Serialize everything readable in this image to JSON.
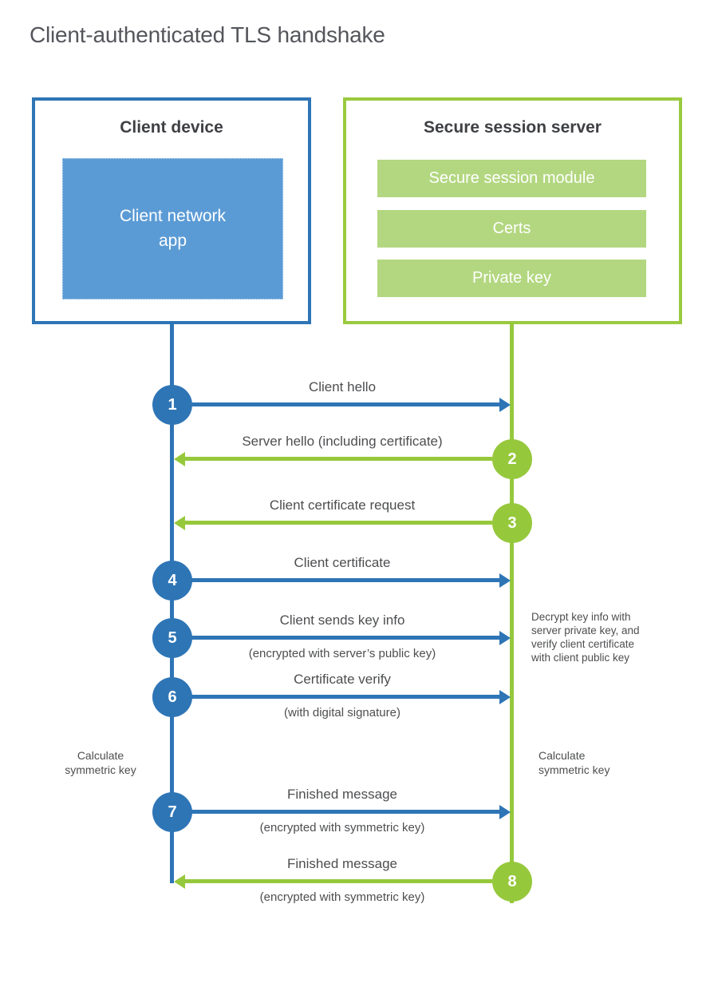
{
  "title": "Client-authenticated TLS handshake",
  "colors": {
    "blue": "#2e75b6",
    "blue_fill": "#5b9bd5",
    "green": "#96c83c",
    "green_fill": "#b3d780"
  },
  "client": {
    "title": "Client device",
    "app_label": "Client network\napp"
  },
  "server": {
    "title": "Secure session server",
    "modules": [
      "Secure session module",
      "Certs",
      "Private key"
    ]
  },
  "steps": [
    {
      "number": "1",
      "label": "Client hello",
      "sublabel": "",
      "direction": "right",
      "color": "blue"
    },
    {
      "number": "2",
      "label": "Server hello (including certificate)",
      "sublabel": "",
      "direction": "left",
      "color": "green"
    },
    {
      "number": "3",
      "label": "Client certificate request",
      "sublabel": "",
      "direction": "left",
      "color": "green"
    },
    {
      "number": "4",
      "label": "Client certificate",
      "sublabel": "",
      "direction": "right",
      "color": "blue"
    },
    {
      "number": "5",
      "label": "Client sends key info",
      "sublabel": "(encrypted with server’s public key)",
      "direction": "right",
      "color": "blue"
    },
    {
      "number": "6",
      "label": "Certificate verify",
      "sublabel": "(with digital signature)",
      "direction": "right",
      "color": "blue"
    },
    {
      "number": "7",
      "label": "Finished message",
      "sublabel": "(encrypted with symmetric key)",
      "direction": "right",
      "color": "blue"
    },
    {
      "number": "8",
      "label": "Finished message",
      "sublabel": "(encrypted with symmetric key)",
      "direction": "left",
      "color": "green"
    }
  ],
  "annotations": {
    "decrypt_note": "Decrypt key info with\nserver private key, and\nverify client certificate\nwith client public key",
    "calc_left": "Calculate\nsymmetric key",
    "calc_right": "Calculate\nsymmetric key"
  }
}
